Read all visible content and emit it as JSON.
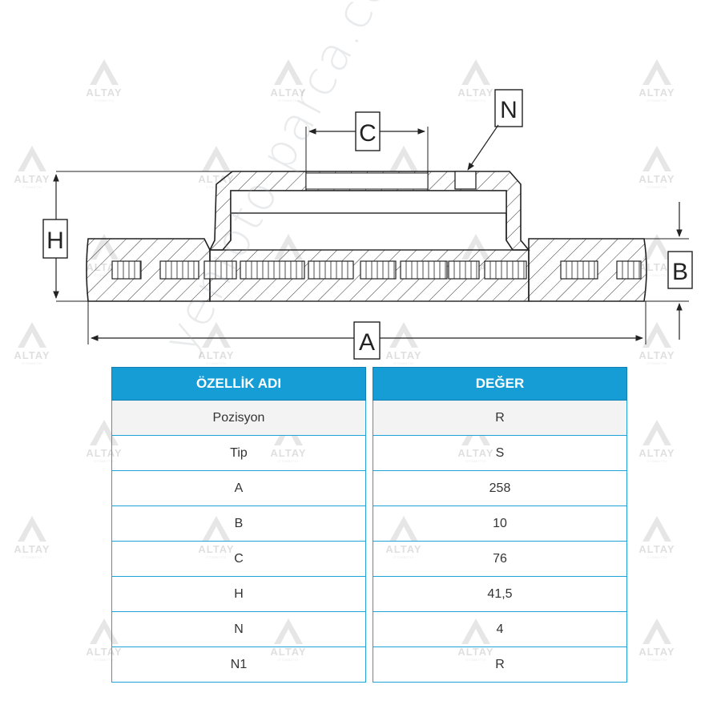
{
  "watermark": {
    "logo_text": "ALTAY",
    "logo_subtext": "OTOMOTİV",
    "site_text": "yenioto parca.com"
  },
  "diagram": {
    "labels": {
      "A": "A",
      "B": "B",
      "C": "C",
      "H": "H",
      "N": "N"
    }
  },
  "table": {
    "headers": {
      "name": "ÖZELLİK ADI",
      "value": "DEĞER"
    },
    "rows": [
      {
        "name": "Pozisyon",
        "value": "R"
      },
      {
        "name": "Tip",
        "value": "S"
      },
      {
        "name": "A",
        "value": "258"
      },
      {
        "name": "B",
        "value": "10"
      },
      {
        "name": "C",
        "value": "76"
      },
      {
        "name": "H",
        "value": "41,5"
      },
      {
        "name": "N",
        "value": "4"
      },
      {
        "name": "N1",
        "value": "R"
      }
    ]
  },
  "colors": {
    "header": "#169dd6",
    "border": "#1ca4da",
    "line": "#222222",
    "watermark": "#b0b0b0"
  }
}
